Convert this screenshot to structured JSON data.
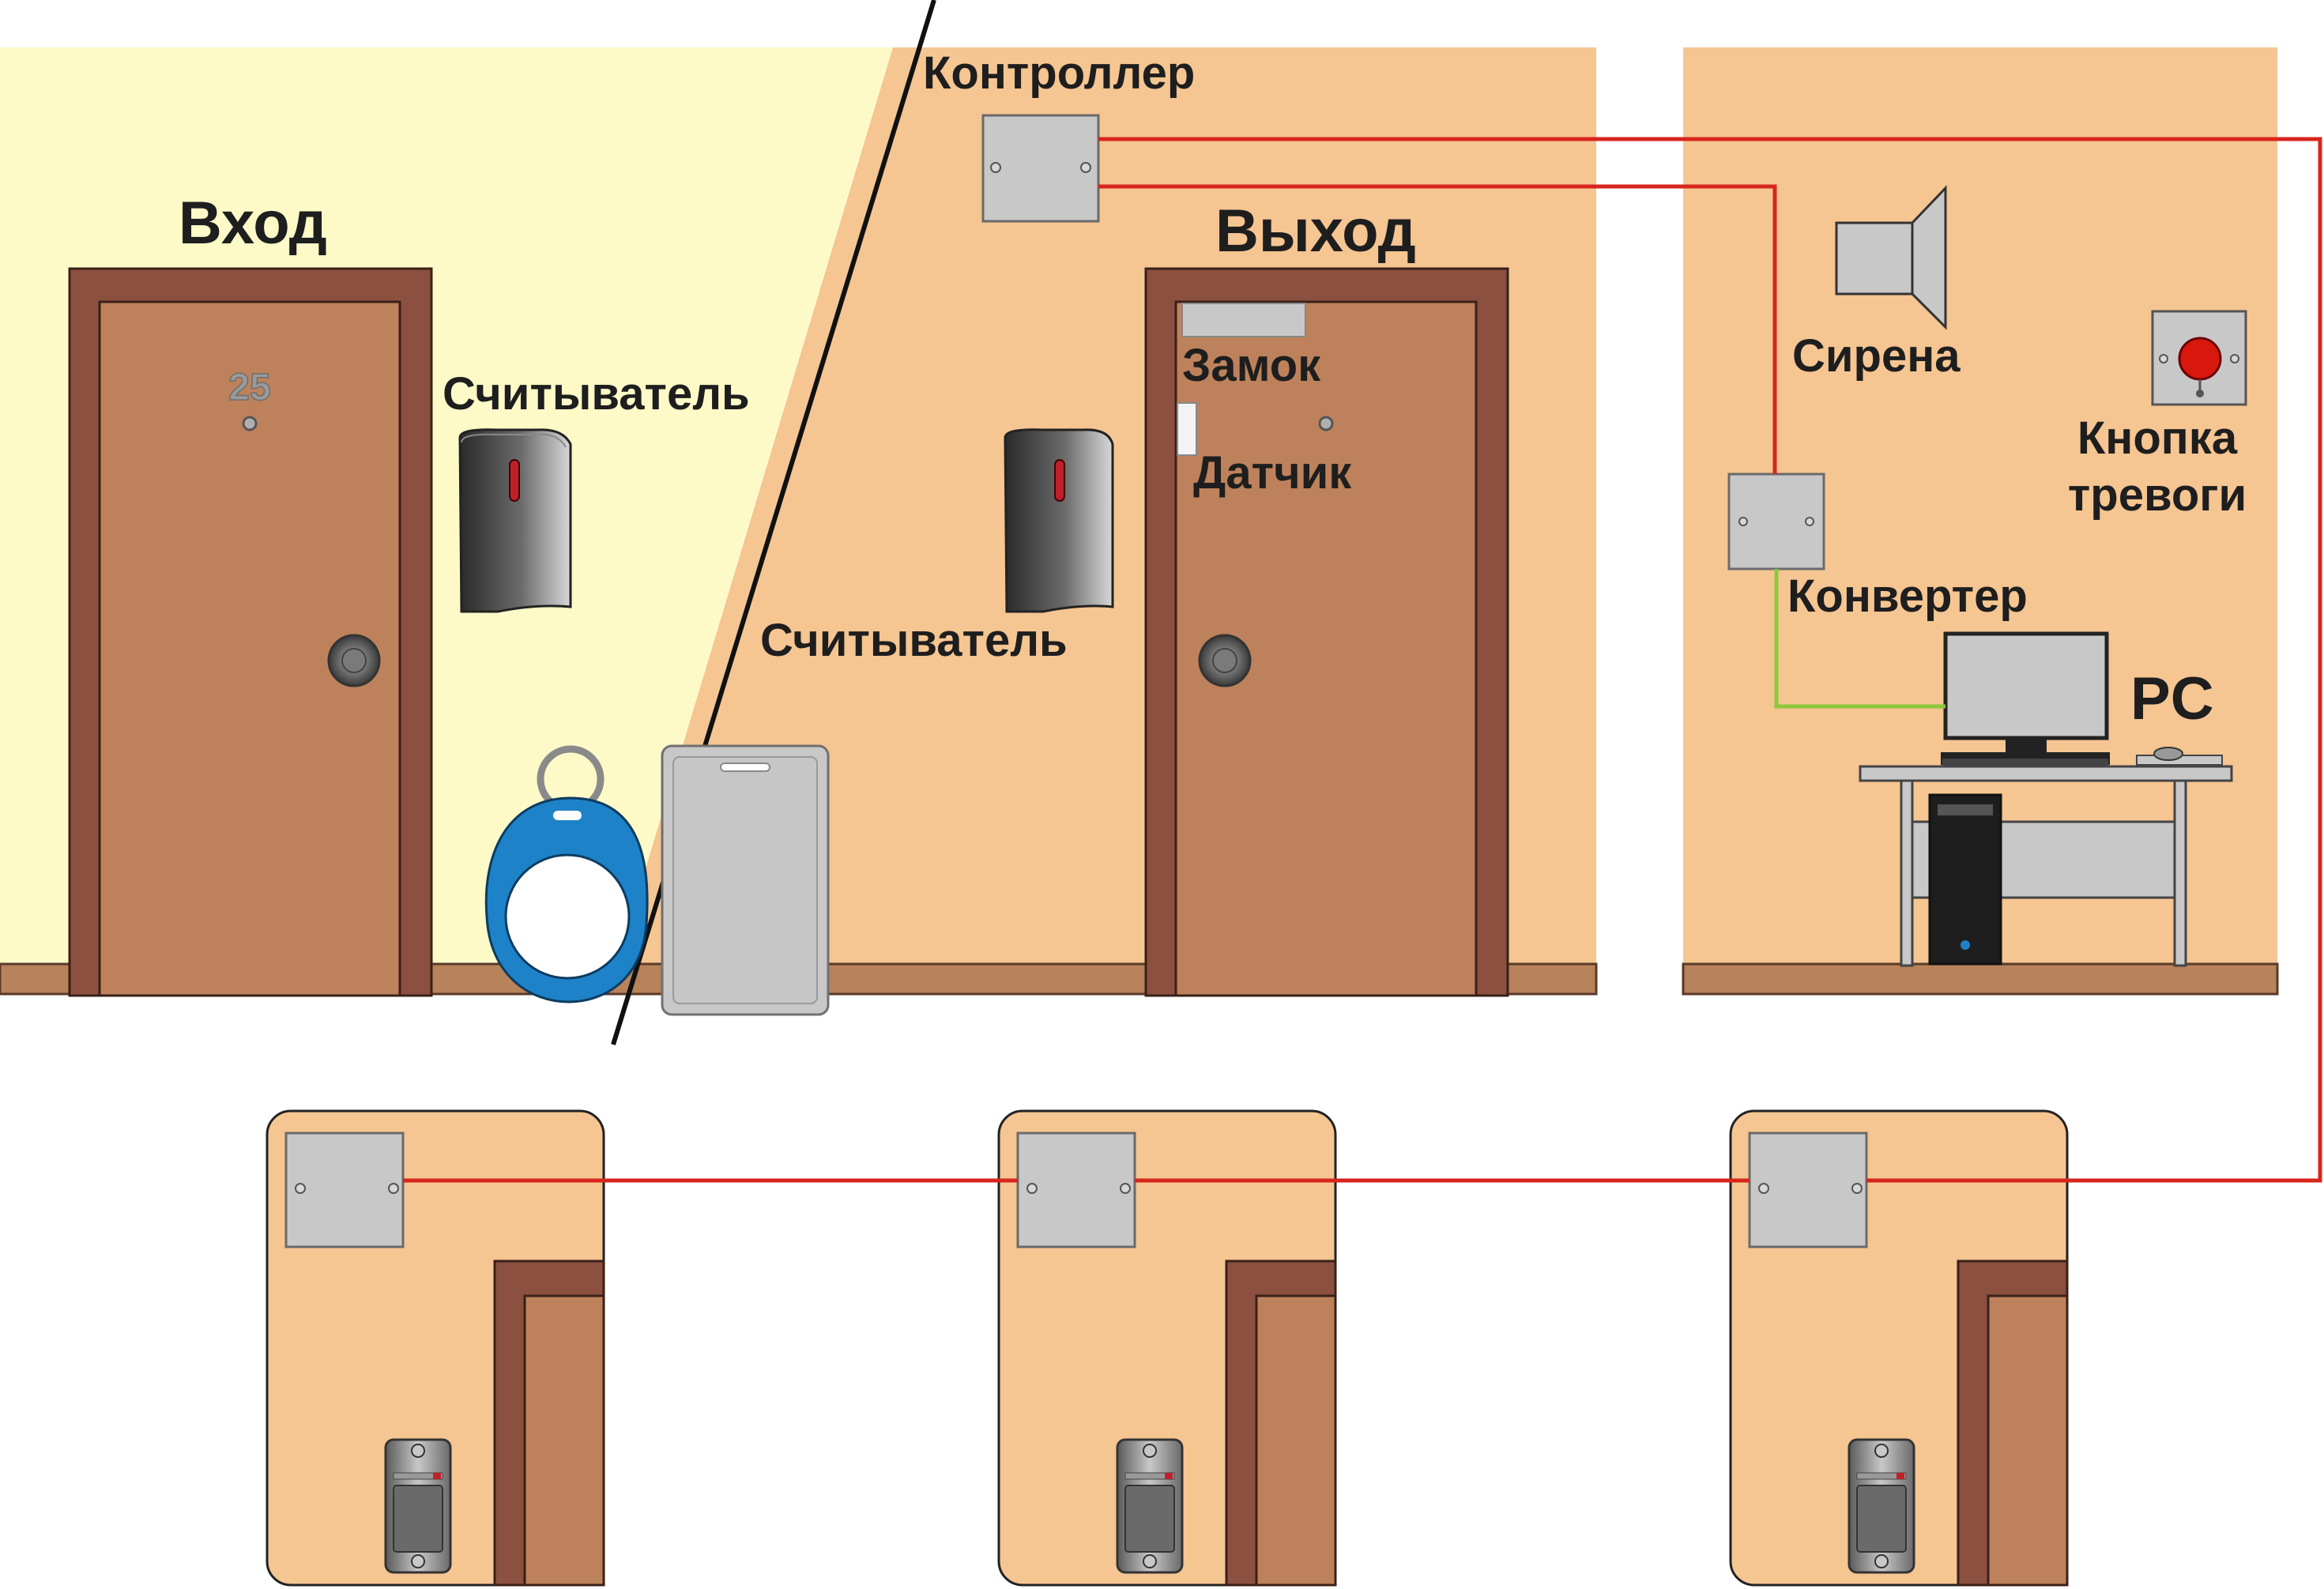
{
  "labels": {
    "entrance": "Вход",
    "exit": "Выход",
    "controller": "Контроллер",
    "reader_left": "Считыватель",
    "reader_right": "Считыватель",
    "lock": "Замок",
    "sensor": "Датчик",
    "siren": "Сирена",
    "alarm_button_line1": "Кнопка",
    "alarm_button_line2": "тревоги",
    "converter": "Конвертер",
    "pc": "PC",
    "room_number": "25"
  },
  "colors": {
    "corridor_wall": "#fdfac8",
    "room_wall": "#f5c592",
    "door_frame": "#8b5040",
    "door_leaf": "#bd825c",
    "baseboard": "#b8825a",
    "device_gray": "#c8c8c8",
    "can_wire": "#d8251c",
    "rs485_wire": "#8cc83c",
    "keyfob_blue": "#1e82c8"
  }
}
